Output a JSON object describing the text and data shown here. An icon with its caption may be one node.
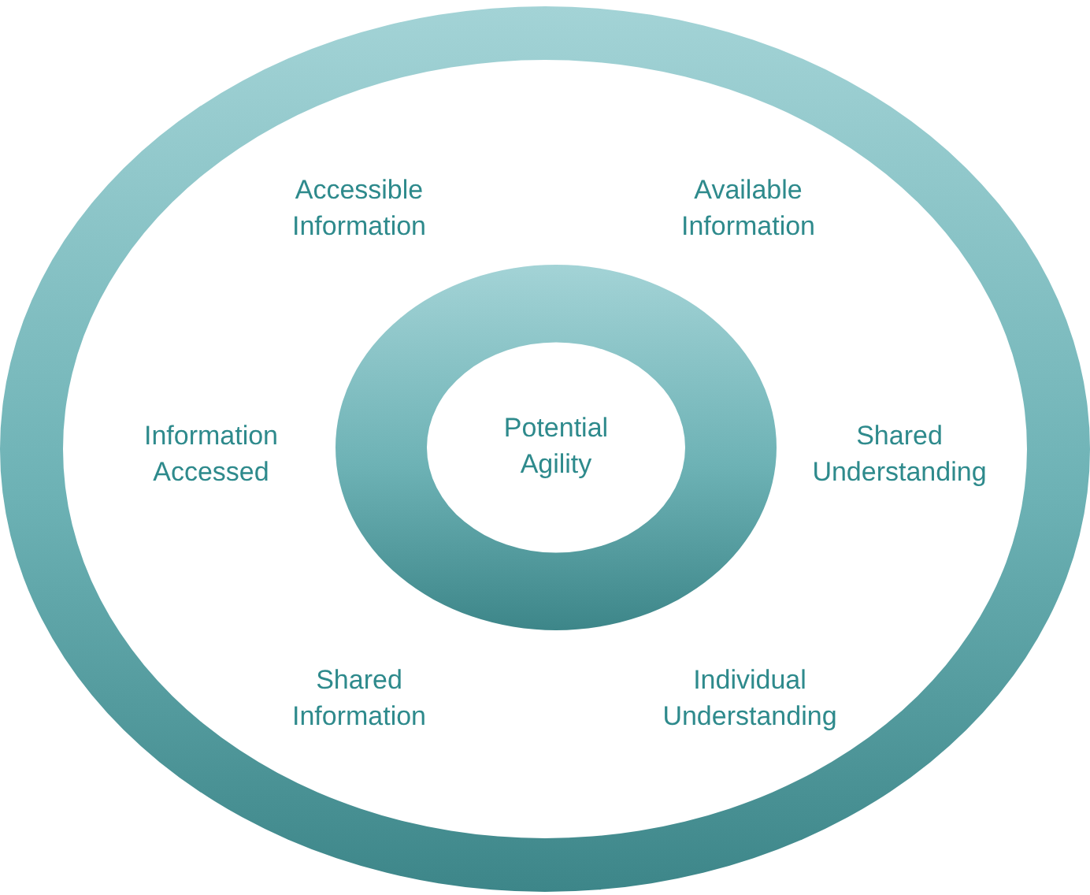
{
  "diagram": {
    "nodes": [
      {
        "text": [],
        "shape": "ellipse"
      },
      {
        "text": [
          "Potential Agility"
        ],
        "in": 0
      }
    ],
    "labels": [
      "Accessible Information",
      "Available Information",
      "Information Accessed",
      "Shared Understanding",
      "Shared Information",
      "Individual Understanding"
    ]
  }
}
